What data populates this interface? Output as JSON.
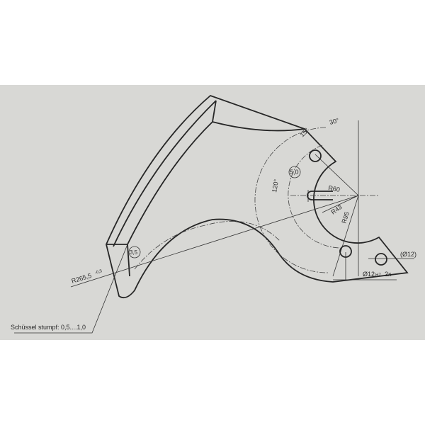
{
  "drawing": {
    "paper_color": "#d8d8d5",
    "ink_color": "#262626",
    "dimensions": {
      "angle_30": "30°",
      "angle_15": "15°",
      "angle_120": "120°",
      "thickness_5": "5,0",
      "radius_60": "R60",
      "radius_43": "R43",
      "radius_95": "R95",
      "hole_ref": "(Ø12)",
      "hole_main": "Ø12",
      "hole_tol": "H7",
      "hole_count": "2x",
      "thickness_3_5": "3,5",
      "radius_265": "R265,5",
      "radius_265_tol": "-0,5"
    },
    "note": "Schüssel stumpf: 0,5....1,0"
  }
}
